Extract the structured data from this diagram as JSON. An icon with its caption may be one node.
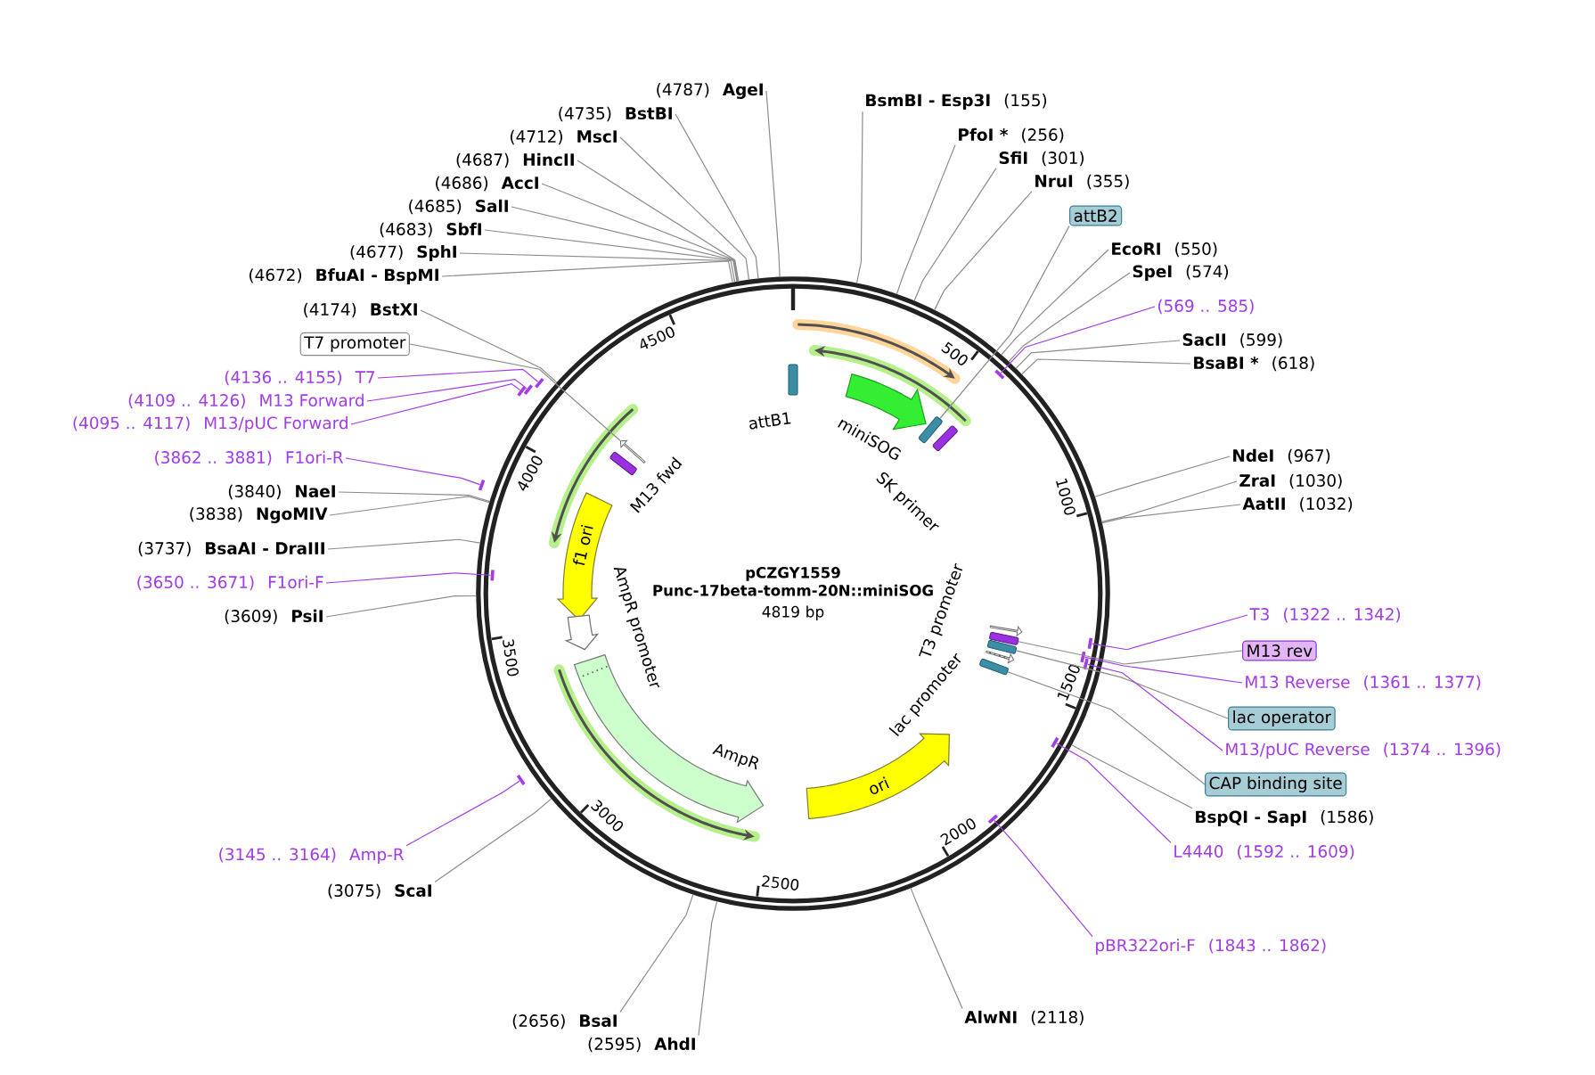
{
  "diagram": {
    "nodes": [
      {
        "text": [
          "(4787)",
          "AgeI"
        ]
      },
      {
        "text": [
          "(4735)",
          "BstBI"
        ]
      },
      {
        "text": [
          "(4712)",
          "MscI"
        ]
      },
      {
        "text": [
          "(4687)",
          "HincII"
        ]
      },
      {
        "text": [
          "(4686)",
          "AccI"
        ]
      },
      {
        "text": [
          "(4685)",
          "SalI"
        ]
      },
      {
        "text": [
          "(4683)",
          "SbfI"
        ]
      },
      {
        "text": [
          "(4677)",
          "SphI"
        ]
      },
      {
        "text": [
          "(4672)",
          "BfuAI - BspMI"
        ]
      },
      {
        "text": [
          "BsmBI - Esp3I",
          "(155)"
        ]
      },
      {
        "text": [
          "PfoI *",
          "(256)"
        ]
      },
      {
        "text": [
          "SfiI",
          "(301)"
        ]
      },
      {
        "text": [
          "NruI",
          "(355)"
        ]
      },
      {
        "text": [
          "attB2"
        ]
      },
      {
        "text": [
          "EcoRI",
          "(550)"
        ]
      },
      {
        "text": [
          "SpeI",
          "(574)"
        ]
      },
      {
        "text": [
          "(569 .. 585)"
        ]
      },
      {
        "text": [
          "SacII",
          "(599)"
        ]
      },
      {
        "text": [
          "BsaBI *",
          "(618)"
        ]
      },
      {
        "text": [
          "(4174)",
          "BstXI"
        ]
      },
      {
        "text": [
          "T7 promoter"
        ]
      },
      {
        "text": [
          "(4136 .. 4155)",
          "T7"
        ]
      },
      {
        "text": [
          "(4109 .. 4126)",
          "M13 Forward"
        ]
      },
      {
        "text": [
          "(4095 .. 4117)",
          "M13/pUC Forward"
        ]
      },
      {
        "text": [
          "(3862 .. 3881)",
          "F1ori-R"
        ]
      },
      {
        "text": [
          "(3840)",
          "NaeI"
        ]
      },
      {
        "text": [
          "(3838)",
          "NgoMIV"
        ]
      },
      {
        "text": [
          "(3737)",
          "BsaAI - DraIII"
        ]
      },
      {
        "text": [
          "(3650 .. 3671)",
          "F1ori-F"
        ]
      },
      {
        "text": [
          "(3609)",
          "PsiI"
        ]
      },
      {
        "text": [
          "NdeI",
          "(967)"
        ]
      },
      {
        "text": [
          "ZraI",
          "(1030)"
        ]
      },
      {
        "text": [
          "AatII",
          "(1032)"
        ]
      },
      {
        "text": [
          "T3",
          "(1322 .. 1342)"
        ]
      },
      {
        "text": [
          "M13 rev"
        ]
      },
      {
        "text": [
          "M13 Reverse",
          "(1361 .. 1377)"
        ]
      },
      {
        "text": [
          "lac operator"
        ]
      },
      {
        "text": [
          "M13/pUC Reverse",
          "(1374 .. 1396)"
        ]
      },
      {
        "text": [
          "CAP binding site"
        ]
      },
      {
        "text": [
          "BspQI - SapI",
          "(1586)"
        ]
      },
      {
        "text": [
          "L4440",
          "(1592 .. 1609)"
        ]
      },
      {
        "text": [
          "pBR322ori-F",
          "(1843 .. 1862)"
        ]
      },
      {
        "text": [
          "AlwNI",
          "(2118)"
        ]
      },
      {
        "text": [
          "(2656)",
          "BsaI"
        ]
      },
      {
        "text": [
          "(2595)",
          "AhdI"
        ]
      },
      {
        "text": [
          "(3145 .. 3164)",
          "Amp-R"
        ]
      },
      {
        "text": [
          "(3075)",
          "ScaI"
        ]
      },
      {
        "text": [
          "pCZGY1559 Punc-17beta-tomm-20N::miniSOG",
          "4819 bp"
        ]
      },
      {
        "text": [],
        "shape": "arrow",
        "beside": [
          "miniSOG"
        ],
        "in": 47
      },
      {
        "text": [],
        "shape": "bar",
        "beside": [
          "attB1"
        ],
        "in": 47
      },
      {
        "text": [],
        "shape": "bar",
        "in": 47
      },
      {
        "text": [],
        "shape": "bar",
        "beside": [
          "SK primer"
        ],
        "in": 47
      },
      {
        "text": [],
        "shape": "arrow",
        "in": 47
      },
      {
        "text": [],
        "shape": "bar",
        "beside": [
          "M13 fwd"
        ],
        "in": 47
      },
      {
        "text": [
          "f1 ori"
        ],
        "in": 47
      },
      {
        "text": [],
        "shape": "arrow",
        "in": 47
      },
      {
        "text": [],
        "shape": "arrow",
        "beside": [
          "AmpR"
        ],
        "in": 47
      },
      {
        "text": [
          "ori"
        ],
        "in": 47
      },
      {
        "text": [],
        "shape": "arrow",
        "beside": [
          "T3 promoter"
        ],
        "in": 47
      },
      {
        "text": [],
        "shape": "bar",
        "in": 47
      },
      {
        "text": [],
        "shape": "bar",
        "in": 47
      },
      {
        "text": [],
        "shape": "arrow",
        "in": 47
      },
      {
        "text": [],
        "shape": "bar",
        "in": 47
      },
      {
        "text": [],
        "shape": "bar",
        "in": 47
      },
      {
        "text": [],
        "shape": "bar"
      },
      {
        "text": [],
        "shape": "bar"
      },
      {
        "text": [],
        "shape": "bar"
      },
      {
        "text": [],
        "shape": "bar"
      },
      {
        "text": [],
        "shape": "bar",
        "in": 47
      },
      {
        "text": [],
        "shape": "bar",
        "in": 47
      },
      {
        "text": [],
        "shape": "bar",
        "in": 47
      },
      {
        "text": [],
        "shape": "bar",
        "in": 47
      },
      {
        "text": [],
        "shape": "bar",
        "in": 47
      },
      {
        "text": [],
        "shape": "bar",
        "in": 47
      },
      {
        "text": [],
        "shape": "bar"
      }
    ],
    "edges": [
      {
        "from": 0,
        "to": 47,
        "arrow": "none"
      },
      {
        "from": 1,
        "to": 47,
        "arrow": "none"
      },
      {
        "from": 2,
        "to": 47,
        "arrow": "none"
      },
      {
        "from": 3,
        "to": 47,
        "arrow": "none"
      },
      {
        "from": 4,
        "to": 47,
        "arrow": "none"
      },
      {
        "from": 5,
        "to": 47,
        "arrow": "none"
      },
      {
        "from": 6,
        "to": 47,
        "arrow": "none"
      },
      {
        "from": 7,
        "to": 47,
        "arrow": "none"
      },
      {
        "from": 8,
        "to": 47,
        "arrow": "none"
      },
      {
        "from": 9,
        "to": 47,
        "arrow": "none"
      },
      {
        "from": 10,
        "to": 47,
        "arrow": "none"
      },
      {
        "from": 11,
        "to": 47,
        "arrow": "none"
      },
      {
        "from": 12,
        "to": 47,
        "arrow": "none"
      },
      {
        "from": 13,
        "to": 50,
        "arrow": "none"
      },
      {
        "from": 14,
        "to": 47,
        "arrow": "none"
      },
      {
        "from": 15,
        "to": 47,
        "arrow": "none"
      },
      {
        "from": 16,
        "to": 63,
        "arrow": "none",
        "color": "#a33be8"
      },
      {
        "from": 17,
        "to": 47,
        "arrow": "none"
      },
      {
        "from": 18,
        "to": 47,
        "arrow": "none"
      },
      {
        "from": 19,
        "to": 47,
        "arrow": "none"
      },
      {
        "from": 20,
        "to": 52,
        "arrow": "none"
      },
      {
        "from": 21,
        "to": 64,
        "arrow": "none",
        "color": "#a33be8"
      },
      {
        "from": 22,
        "to": 65,
        "arrow": "none",
        "color": "#a33be8"
      },
      {
        "from": 23,
        "to": 66,
        "arrow": "none",
        "color": "#a33be8"
      },
      {
        "from": 24,
        "to": 67,
        "arrow": "none",
        "color": "#a33be8"
      },
      {
        "from": 25,
        "to": 47,
        "arrow": "none"
      },
      {
        "from": 26,
        "to": 47,
        "arrow": "none"
      },
      {
        "from": 27,
        "to": 47,
        "arrow": "none"
      },
      {
        "from": 28,
        "to": 68,
        "arrow": "none",
        "color": "#a33be8"
      },
      {
        "from": 29,
        "to": 47,
        "arrow": "none"
      },
      {
        "from": 30,
        "to": 47,
        "arrow": "none"
      },
      {
        "from": 31,
        "to": 47,
        "arrow": "none"
      },
      {
        "from": 32,
        "to": 47,
        "arrow": "none"
      },
      {
        "from": 33,
        "to": 69,
        "arrow": "none",
        "color": "#a33be8"
      },
      {
        "from": 34,
        "to": 59,
        "arrow": "none"
      },
      {
        "from": 35,
        "to": 70,
        "arrow": "none",
        "color": "#a33be8"
      },
      {
        "from": 36,
        "to": 60,
        "arrow": "none"
      },
      {
        "from": 37,
        "to": 71,
        "arrow": "none",
        "color": "#a33be8"
      },
      {
        "from": 38,
        "to": 62,
        "arrow": "none"
      },
      {
        "from": 39,
        "to": 47,
        "arrow": "none"
      },
      {
        "from": 40,
        "to": 72,
        "arrow": "none",
        "color": "#a33be8"
      },
      {
        "from": 41,
        "to": 73,
        "arrow": "none",
        "color": "#a33be8"
      },
      {
        "from": 42,
        "to": 47,
        "arrow": "none"
      },
      {
        "from": 43,
        "to": 47,
        "arrow": "none"
      },
      {
        "from": 44,
        "to": 47,
        "arrow": "none"
      },
      {
        "from": 45,
        "to": 74,
        "arrow": "none",
        "color": "#a33be8"
      },
      {
        "from": 46,
        "to": 47,
        "arrow": "none"
      }
    ],
    "labels": [
      "500",
      "1000",
      "1500",
      "2000",
      "2500",
      "3000",
      "3500",
      "4000",
      "4500",
      "AmpR promoter",
      "lac promoter"
    ]
  }
}
